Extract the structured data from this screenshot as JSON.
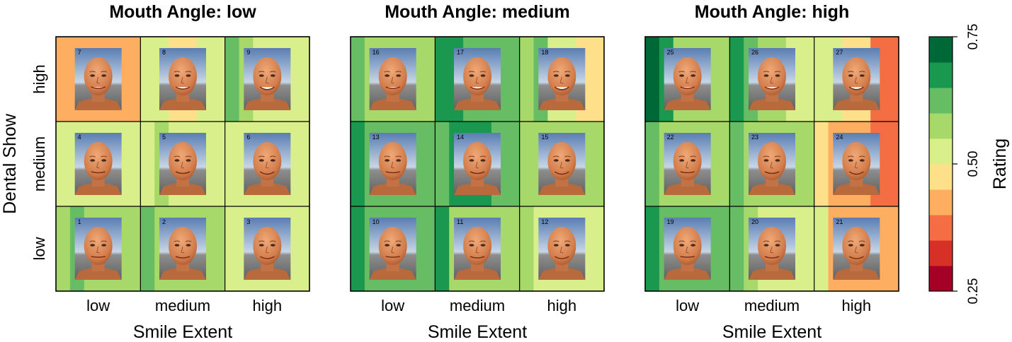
{
  "chart_data": {
    "type": "heatmap",
    "colorbar": {
      "label": "Rating",
      "ticks": [
        "0.25",
        "0.50",
        "0.75"
      ],
      "range": [
        0.25,
        0.75
      ],
      "colors": [
        "#A50026",
        "#D73027",
        "#F46D43",
        "#FDAE61",
        "#FEE08B",
        "#D9EF8B",
        "#A6D96A",
        "#66BD63",
        "#1A9850",
        "#006837"
      ]
    },
    "shared": {
      "xlabel": "Smile Extent",
      "ylabel": "Dental Show",
      "x_categories": [
        "low",
        "medium",
        "high"
      ],
      "y_categories": [
        "low",
        "medium",
        "high"
      ]
    },
    "panels": [
      {
        "title": "Mouth Angle: low",
        "rows": [
          {
            "dental_show": "high",
            "cells": [
              {
                "face": "7",
                "ratings": [
                  0.43,
                  0.43,
                  0.43,
                  0.43,
                  0.43,
                  0.43
                ]
              },
              {
                "face": "8",
                "ratings": [
                  0.53,
                  0.53,
                  0.48,
                  0.48,
                  0.53,
                  0.53
                ]
              },
              {
                "face": "9",
                "ratings": [
                  0.63,
                  0.58,
                  0.53,
                  0.53,
                  0.53,
                  0.53
                ]
              }
            ]
          },
          {
            "dental_show": "medium",
            "cells": [
              {
                "face": "4",
                "ratings": [
                  0.53,
                  0.53,
                  0.53,
                  0.53,
                  0.53,
                  0.53
                ]
              },
              {
                "face": "5",
                "ratings": [
                  0.53,
                  0.58,
                  0.53,
                  0.53,
                  0.53,
                  0.53
                ]
              },
              {
                "face": "6",
                "ratings": [
                  0.53,
                  0.53,
                  0.53,
                  0.53,
                  0.53,
                  0.53
                ]
              }
            ]
          },
          {
            "dental_show": "low",
            "cells": [
              {
                "face": "1",
                "ratings": [
                  0.58,
                  0.63,
                  0.58,
                  0.58,
                  0.58,
                  0.58
                ]
              },
              {
                "face": "2",
                "ratings": [
                  0.63,
                  0.58,
                  0.58,
                  0.58,
                  0.58,
                  0.58
                ]
              },
              {
                "face": "3",
                "ratings": [
                  0.53,
                  0.53,
                  0.53,
                  0.53,
                  0.53,
                  0.53
                ]
              }
            ]
          }
        ]
      },
      {
        "title": "Mouth Angle: medium",
        "rows": [
          {
            "dental_show": "high",
            "cells": [
              {
                "face": "16",
                "ratings": [
                  0.63,
                  0.58,
                  0.58,
                  0.58,
                  0.58,
                  0.58
                ]
              },
              {
                "face": "17",
                "ratings": [
                  0.68,
                  0.68,
                  0.63,
                  0.63,
                  0.63,
                  0.63
                ]
              },
              {
                "face": "18",
                "ratings": [
                  0.58,
                  0.63,
                  0.53,
                  0.53,
                  0.48,
                  0.48
                ]
              }
            ]
          },
          {
            "dental_show": "medium",
            "cells": [
              {
                "face": "13",
                "ratings": [
                  0.68,
                  0.63,
                  0.63,
                  0.63,
                  0.63,
                  0.63
                ]
              },
              {
                "face": "14",
                "ratings": [
                  0.63,
                  0.68,
                  0.68,
                  0.68,
                  0.63,
                  0.63
                ]
              },
              {
                "face": "15",
                "ratings": [
                  0.58,
                  0.58,
                  0.58,
                  0.58,
                  0.58,
                  0.58
                ]
              }
            ]
          },
          {
            "dental_show": "low",
            "cells": [
              {
                "face": "10",
                "ratings": [
                  0.68,
                  0.63,
                  0.63,
                  0.63,
                  0.63,
                  0.63
                ]
              },
              {
                "face": "11",
                "ratings": [
                  0.68,
                  0.58,
                  0.58,
                  0.58,
                  0.58,
                  0.58
                ]
              },
              {
                "face": "12",
                "ratings": [
                  0.58,
                  0.53,
                  0.53,
                  0.53,
                  0.53,
                  0.53
                ]
              }
            ]
          }
        ]
      },
      {
        "title": "Mouth Angle: high",
        "rows": [
          {
            "dental_show": "high",
            "cells": [
              {
                "face": "25",
                "ratings": [
                  0.73,
                  0.68,
                  0.58,
                  0.58,
                  0.58,
                  0.58
                ]
              },
              {
                "face": "26",
                "ratings": [
                  0.68,
                  0.63,
                  0.58,
                  0.58,
                  0.53,
                  0.53
                ]
              },
              {
                "face": "27",
                "ratings": [
                  0.53,
                  0.53,
                  0.48,
                  0.48,
                  0.38,
                  0.38
                ]
              }
            ]
          },
          {
            "dental_show": "medium",
            "cells": [
              {
                "face": "22",
                "ratings": [
                  0.63,
                  0.58,
                  0.58,
                  0.58,
                  0.58,
                  0.58
                ]
              },
              {
                "face": "23",
                "ratings": [
                  0.63,
                  0.58,
                  0.58,
                  0.58,
                  0.58,
                  0.58
                ]
              },
              {
                "face": "24",
                "ratings": [
                  0.48,
                  0.43,
                  0.43,
                  0.43,
                  0.38,
                  0.38
                ]
              }
            ]
          },
          {
            "dental_show": "low",
            "cells": [
              {
                "face": "19",
                "ratings": [
                  0.68,
                  0.63,
                  0.63,
                  0.63,
                  0.63,
                  0.63
                ]
              },
              {
                "face": "20",
                "ratings": [
                  0.63,
                  0.58,
                  0.53,
                  0.53,
                  0.53,
                  0.53
                ]
              },
              {
                "face": "21",
                "ratings": [
                  0.53,
                  0.43,
                  0.43,
                  0.43,
                  0.43,
                  0.43
                ]
              }
            ]
          }
        ]
      }
    ]
  }
}
